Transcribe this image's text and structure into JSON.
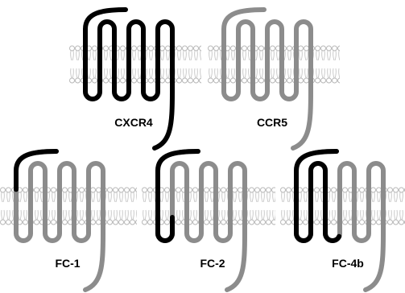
{
  "colors": {
    "highlight": "#000000",
    "receptor": "#8c8c8c",
    "membrane": "#b8b8b8"
  },
  "panels": [
    {
      "id": "cxcr4",
      "label": "CXCR4",
      "scheme": "all-black"
    },
    {
      "id": "ccr5",
      "label": "CCR5",
      "scheme": "all-gray"
    },
    {
      "id": "fc1",
      "label": "FC-1",
      "scheme": "N-terminus black",
      "black_prefix": 0.1
    },
    {
      "id": "fc2",
      "label": "FC-2",
      "scheme": "N-terminus through TM1 black",
      "black_prefix": 0.22
    },
    {
      "id": "fc4b",
      "label": "FC-4b",
      "scheme": "N-terminus through TM3 black",
      "black_prefix": 0.44
    }
  ]
}
